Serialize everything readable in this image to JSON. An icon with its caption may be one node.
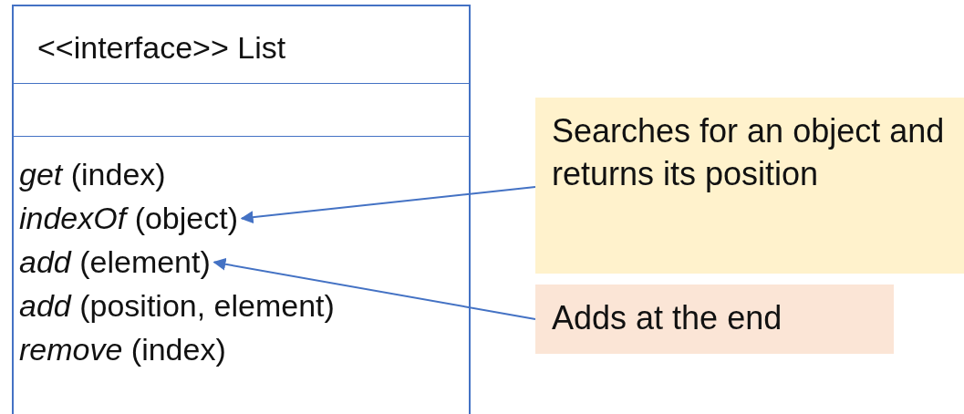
{
  "diagram": {
    "nodes": [
      {
        "text": [
          "<<interface>> List"
        ]
      },
      {
        "text": [
          "*get* (index)"
        ],
        "in": 0
      },
      {
        "text": [
          "*indexOf* (object)"
        ],
        "in": 0
      },
      {
        "text": [
          "*add* (element)"
        ],
        "in": 0
      },
      {
        "text": [
          "*add* (position, element)"
        ],
        "in": 0
      },
      {
        "text": [
          "*remove* (index)"
        ],
        "in": 0
      },
      {
        "text": [
          "Searches for an object and returns its position"
        ]
      },
      {
        "text": [
          "Adds at the end"
        ]
      }
    ],
    "edges": [
      {
        "from": 6,
        "to": 2,
        "arrow": "to"
      },
      {
        "from": 7,
        "to": 3,
        "arrow": "to"
      }
    ]
  }
}
